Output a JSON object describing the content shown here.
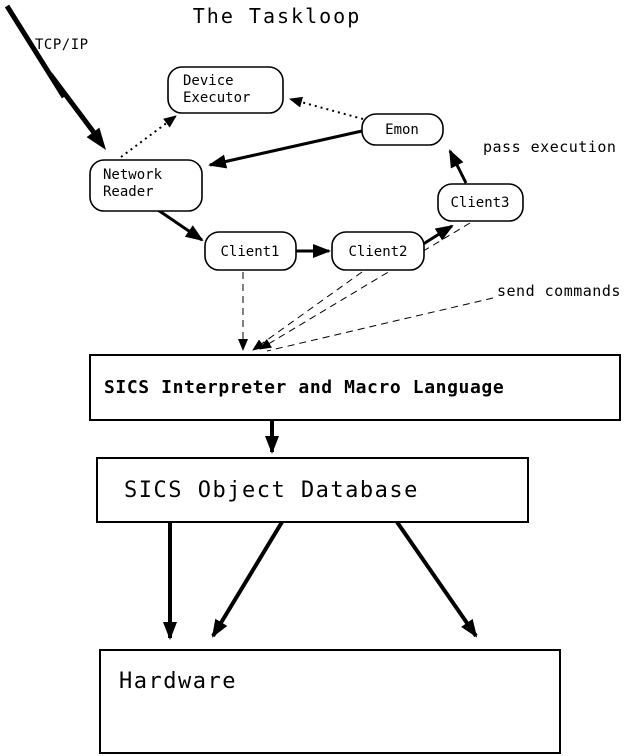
{
  "title": "The Taskloop",
  "labels": {
    "tcpip": "TCP/IP",
    "pass_execution": "pass execution",
    "send_commands": "send commands"
  },
  "nodes": {
    "device_executor": {
      "line1": "Device",
      "line2": "Executor"
    },
    "emon": {
      "label": "Emon"
    },
    "network_reader": {
      "line1": "Network",
      "line2": "Reader"
    },
    "client1": {
      "label": "Client1"
    },
    "client2": {
      "label": "Client2"
    },
    "client3": {
      "label": "Client3"
    },
    "interpreter": {
      "label": "SICS Interpreter and Macro Language"
    },
    "database": {
      "label": "SICS Object Database"
    },
    "hardware": {
      "label": "Hardware"
    }
  },
  "edges": [
    {
      "from": "TCP/IP",
      "to": "Network Reader",
      "style": "thick-zigzag"
    },
    {
      "from": "Network Reader",
      "to": "Device Executor",
      "style": "dotted"
    },
    {
      "from": "Emon",
      "to": "Device Executor",
      "style": "dotted"
    },
    {
      "from": "Emon",
      "to": "Network Reader",
      "style": "solid"
    },
    {
      "from": "Network Reader",
      "to": "Client1",
      "style": "solid"
    },
    {
      "from": "Client1",
      "to": "Client2",
      "style": "solid"
    },
    {
      "from": "Client2",
      "to": "Client3",
      "style": "solid"
    },
    {
      "from": "Client3",
      "to": "Emon",
      "style": "solid",
      "label": "pass execution"
    },
    {
      "from": "Client1",
      "to": "SICS Interpreter and Macro Language",
      "style": "dashed",
      "label": "send commands"
    },
    {
      "from": "Client2",
      "to": "SICS Interpreter and Macro Language",
      "style": "dashed",
      "label": "send commands"
    },
    {
      "from": "Client3",
      "to": "SICS Interpreter and Macro Language",
      "style": "dashed",
      "label": "send commands"
    },
    {
      "from": "SICS Interpreter and Macro Language",
      "to": "SICS Object Database",
      "style": "solid"
    },
    {
      "from": "SICS Object Database",
      "to": "Hardware",
      "style": "solid"
    },
    {
      "from": "SICS Object Database",
      "to": "Hardware",
      "style": "solid"
    },
    {
      "from": "SICS Object Database",
      "to": "Hardware",
      "style": "solid"
    }
  ],
  "colors": {
    "stroke": "#000000",
    "background": "#ffffff"
  }
}
